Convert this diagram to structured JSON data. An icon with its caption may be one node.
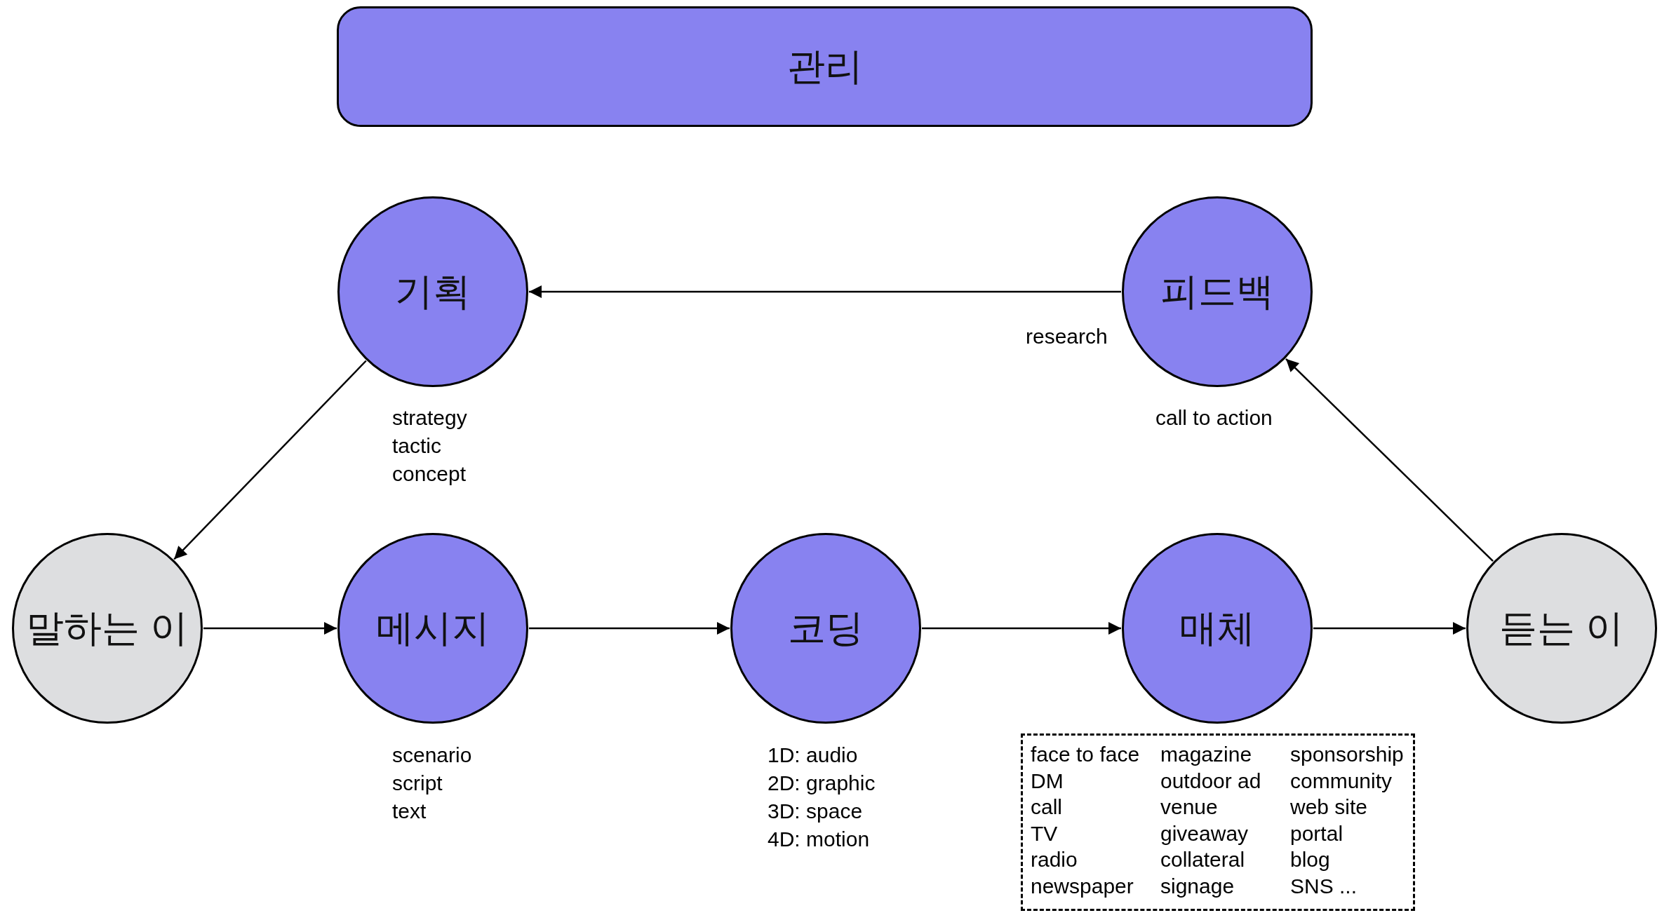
{
  "diagram": {
    "nodes": [
      {
        "text": [
          "관리"
        ]
      },
      {
        "text": [
          "기획"
        ],
        "beside": [
          "strategy",
          "tactic",
          "concept"
        ]
      },
      {
        "text": [
          "피드백"
        ],
        "beside": [
          "research",
          "call to action"
        ]
      },
      {
        "text": [
          "말하는 이"
        ]
      },
      {
        "text": [
          "메시지"
        ],
        "beside": [
          "scenario",
          "script",
          "text"
        ]
      },
      {
        "text": [
          "코딩"
        ],
        "beside": [
          "1D: audio",
          "2D: graphic",
          "3D: space",
          "4D: motion"
        ]
      },
      {
        "text": [
          "매체"
        ]
      },
      {
        "text": [
          "듣는 이"
        ]
      },
      {
        "text": [
          "face to face",
          "DM",
          "call",
          "TV",
          "radio",
          "newspaper",
          "magazine",
          "outdoor ad",
          "venue",
          "giveaway",
          "collateral",
          "signage",
          "sponsorship",
          "community",
          "web site",
          "portal",
          "blog",
          "SNS ..."
        ]
      }
    ],
    "edges": [
      {
        "from": 2,
        "to": 1,
        "arrow": "to"
      },
      {
        "from": 1,
        "to": 3,
        "arrow": "to"
      },
      {
        "from": 3,
        "to": 4,
        "arrow": "to"
      },
      {
        "from": 4,
        "to": 5,
        "arrow": "to"
      },
      {
        "from": 5,
        "to": 6,
        "arrow": "to"
      },
      {
        "from": 6,
        "to": 7,
        "arrow": "to"
      },
      {
        "from": 7,
        "to": 2,
        "arrow": "to"
      }
    ]
  }
}
